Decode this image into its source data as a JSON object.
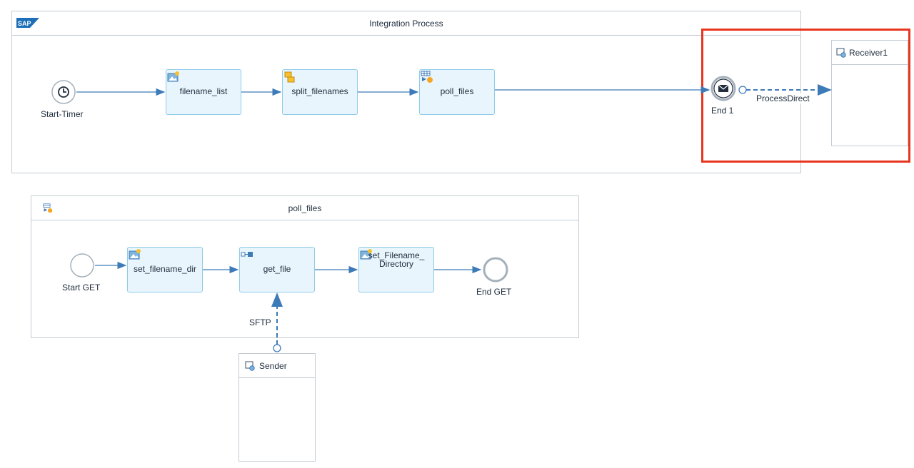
{
  "main_process": {
    "title": "Integration Process",
    "logo_text": "SAP",
    "start_event": "Start-Timer",
    "tasks": [
      "filename_list",
      "split_filenames",
      "poll_files"
    ],
    "end_event": "End 1",
    "connector_label": "ProcessDirect"
  },
  "receiver": {
    "label": "Receiver1"
  },
  "subprocess": {
    "title": "poll_files",
    "start_event": "Start GET",
    "tasks": [
      "set_filename_dir",
      "get_file",
      "set_Filename_\nDirectory"
    ],
    "end_event": "End GET",
    "connector_label": "SFTP"
  },
  "sender": {
    "label": "Sender"
  },
  "colors": {
    "task_fill": "#e8f5fc",
    "task_border": "#8fcbe8",
    "connector": "#3d7ab8",
    "highlight": "#e8351f"
  }
}
